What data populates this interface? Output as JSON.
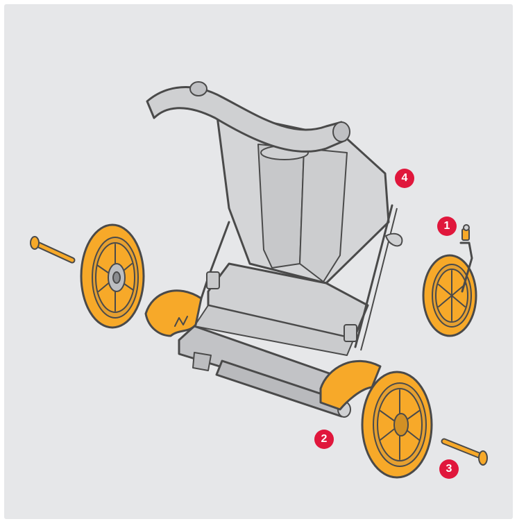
{
  "callouts": [
    {
      "label": "1",
      "part": "front-wheel-with-quick-release"
    },
    {
      "label": "2",
      "part": "right-rear-wheel"
    },
    {
      "label": "3",
      "part": "right-axle-pin"
    },
    {
      "label": "4",
      "part": "stroller-frame"
    }
  ],
  "colors": {
    "background": "#e6e7e9",
    "callout": "#e0173c",
    "highlight_parts": "#f7a929",
    "frame_fill": "#d0d1d3",
    "outline": "#4a4a4a"
  }
}
